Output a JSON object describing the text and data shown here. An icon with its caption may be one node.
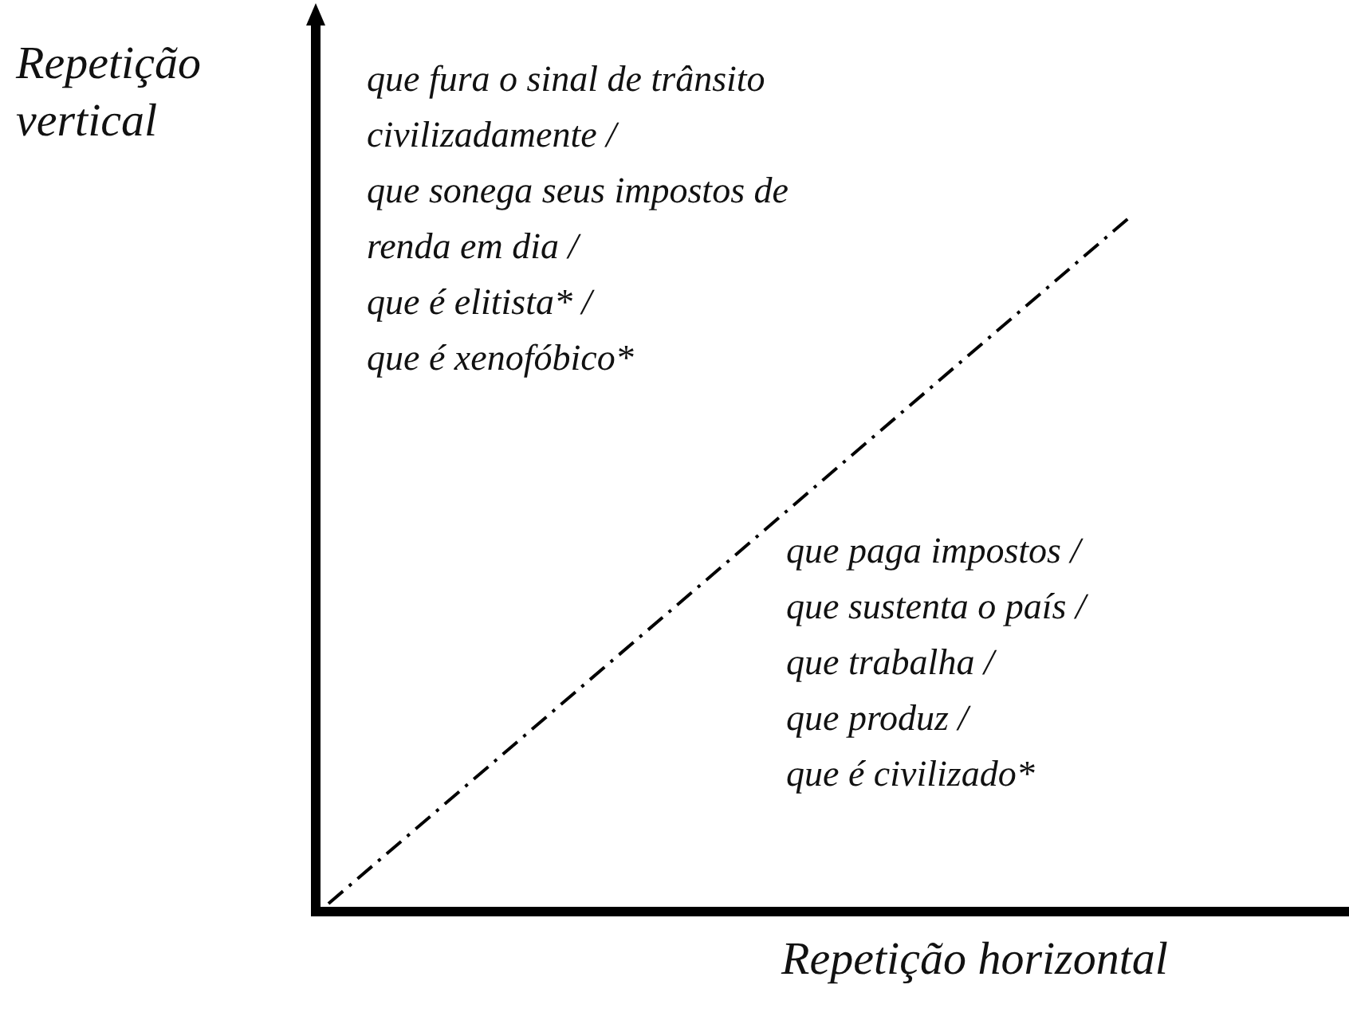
{
  "diagram": {
    "labels": [
      "Repetição vertical",
      "que fura o sinal de trânsito civilizadamente /",
      "que sonega seus impostos de renda em dia /",
      "que é elitista* /",
      "que é xenofóbico*",
      "que paga impostos /",
      "que sustenta o país /",
      "que trabalha /",
      "que produz /",
      "que é civilizado*",
      "Repetição horizontal"
    ]
  }
}
